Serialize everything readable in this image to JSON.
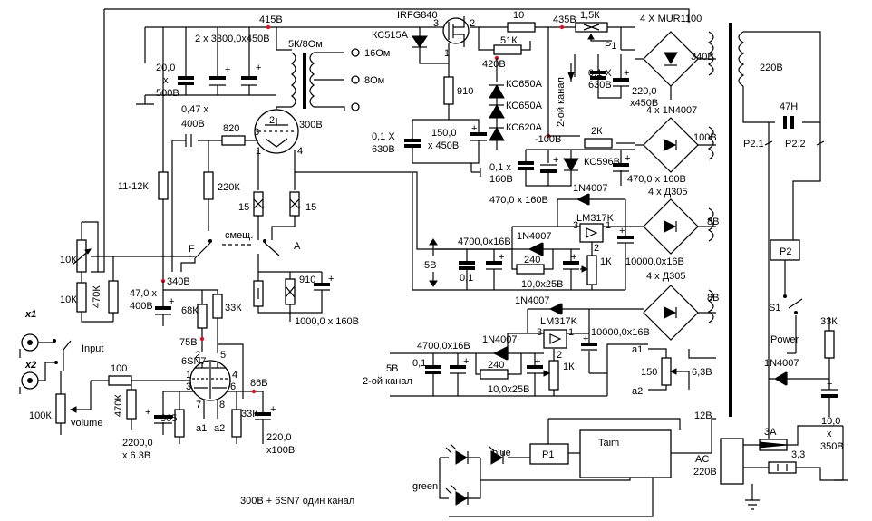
{
  "title": "300B + 6SN7 один канал",
  "transformer": {
    "w_415": "415В",
    "w_435": "435В",
    "w_420": "420В",
    "w_340a": "340В",
    "w_100": "100В",
    "w_8a": "8В",
    "w_8b": "8В",
    "w_12": "12В",
    "w_220": "220В",
    "w_340": "340В",
    "w_m100": "-100В",
    "w_86": "86В",
    "w_300": "300В"
  },
  "components": {
    "mosfet": "IRFG840",
    "zener1": "КС515А",
    "r10": "10",
    "r15k": "1,5К",
    "p1": "P1",
    "bridge1": "4 X MUR1100",
    "caps_main": "2 x 3300,0x450В",
    "c20": "20,0",
    "c20x": "x",
    "c20v": "500В",
    "r51k": "51К",
    "spk": "5К/8Ом",
    "o16": "16Ом",
    "o8": "8Ом",
    "c01a": "0,1 X",
    "c01av": "630В",
    "c220": "220,0",
    "c220v": "x450В",
    "r910": "910",
    "kc650a": "КС650А",
    "kc650b": "КС650А",
    "kc620": "КС620А",
    "c047": "0,47 x",
    "c047v": "400В",
    "r820": "820",
    "tube300b": "300В",
    "c01b": "0,1 X",
    "c01bv": "630В",
    "c150": "150,0",
    "c150v": "x 450В",
    "ch2": "2-ой канал",
    "bridge2": "4 x 1N4007",
    "r2k": "2К",
    "kc596": "КС596В",
    "c01c": "0,1 x",
    "c01cv": "160В",
    "c470": "470,0 x 160В",
    "c470b": "470,0 x 160В",
    "r1112": "11-12К",
    "r220k": "220К",
    "f15a": "15",
    "f15b": "15",
    "d1n4007a": "1N4007",
    "lm317a": "LM317K",
    "bridge3": "4 x Д305",
    "c4700a": "4700,0x16В",
    "d1n4007b": "1N4007",
    "r240a": "240",
    "c10a": "10,0x25В",
    "r1ka": "1К",
    "c10000a": "10000,0x16В",
    "v5a": "5В",
    "smesh": "смещ.",
    "f": "F",
    "a": "A",
    "r10k": "10К",
    "r10kb": "10К",
    "r470k": "470К",
    "c47": "47,0 x",
    "c47v": "400В",
    "n340": "340В",
    "r68k": "68К",
    "r33k": "33К",
    "r910b": "910",
    "c1000": "1000,0 x 160В",
    "d1n4007c": "1N4007",
    "lm317b": "LM317K",
    "bridge4": "4 x Д305",
    "c10000b": "10000,0x16В",
    "c4700b": "4700,0x16В",
    "d1n4007d": "1N4007",
    "c01d": "0,1",
    "r240b": "240",
    "c10b": "10,0x25В",
    "r1kb": "1К",
    "v5b": "5В",
    "ch2b": "2-ой канал",
    "a1": "a1",
    "a2": "a2",
    "r150": "150",
    "v63": "6,3В",
    "x1": "x1",
    "x2": "x2",
    "input": "Input",
    "r100": "100",
    "r100k": "100К",
    "volume": "volume",
    "v75": "75В",
    "tube6sn7": "6SN7",
    "r470kb": "470К",
    "c2200": "2200,0",
    "c2200v": "x 6.3В",
    "r365": "365",
    "a1b": "a1",
    "a2b": "a2",
    "r33kb": "33К",
    "c220b": "220,0",
    "c220bv": "x100В",
    "p1box": "P1",
    "taim": "Taim",
    "green": "green",
    "blue": "blue",
    "c47h": "47Н",
    "p21": "P2.1",
    "p22": "P2.2",
    "p2": "P2",
    "s1": "S1",
    "power": "Power",
    "r33kc": "33К",
    "d1n4007e": "1N4007",
    "c10c": "10,0",
    "c10cx": "x",
    "c10cv": "350В",
    "f3a": "3А",
    "f33": "3,3",
    "ac": "AC",
    "ac220": "220В",
    "pins": {
      "p1": "1",
      "p2": "2",
      "p3": "3",
      "p4": "4",
      "p5": "5",
      "p6": "6",
      "p7": "7",
      "p8": "8"
    }
  }
}
